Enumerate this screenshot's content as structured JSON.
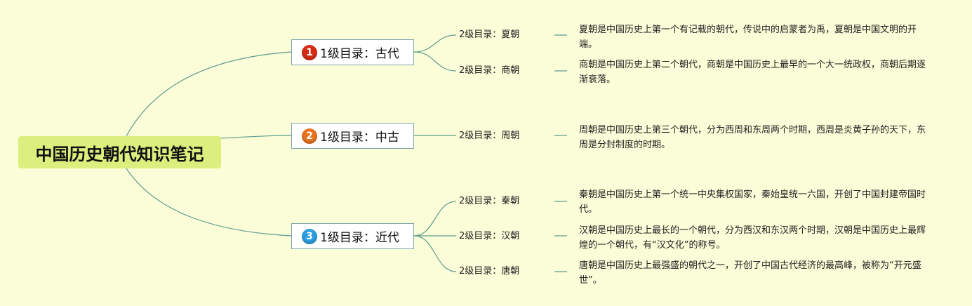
{
  "root": {
    "label": "中国历史朝代知识笔记"
  },
  "branches": [
    {
      "badge": "1",
      "badge_color": "#d62a14",
      "label": "1级目录：古代",
      "children": [
        {
          "label": "2级目录：夏朝",
          "desc": "夏朝是中国历史上第一个有记载的朝代，传说中的启蒙者为禹，夏朝是中国文明的开端。"
        },
        {
          "label": "2级目录：商朝",
          "desc": "商朝是中国历史上第二个朝代，商朝是中国历史上最早的一个大一统政权，商朝后期逐渐衰落。"
        }
      ]
    },
    {
      "badge": "2",
      "badge_color": "#e8731d",
      "label": "1级目录：中古",
      "children": [
        {
          "label": "2级目录：周朝",
          "desc": "周朝是中国历史上第三个朝代，分为西周和东周两个时期，西周是炎黄子孙的天下，东周是分封制度的时期。"
        }
      ]
    },
    {
      "badge": "3",
      "badge_color": "#2a9ee0",
      "label": "1级目录：近代",
      "children": [
        {
          "label": "2级目录：秦朝",
          "desc": "秦朝是中国历史上第一个统一中央集权国家，秦始皇统一六国，开创了中国封建帝国时代。"
        },
        {
          "label": "2级目录：汉朝",
          "desc": "汉朝是中国历史上最长的一个朝代，分为西汉和东汉两个时期，汉朝是中国历史上最辉煌的一个朝代，有“汉文化”的称号。"
        },
        {
          "label": "2级目录：唐朝",
          "desc": "唐朝是中国历史上最强盛的朝代之一，开创了中国古代经济的最高峰，被称为“开元盛世”。"
        }
      ]
    }
  ],
  "colors": {
    "background": "#fbfcd8",
    "root_fill": "#dcef7e",
    "connector": "#5f9d8e",
    "node_border": "#7fa5ae"
  }
}
